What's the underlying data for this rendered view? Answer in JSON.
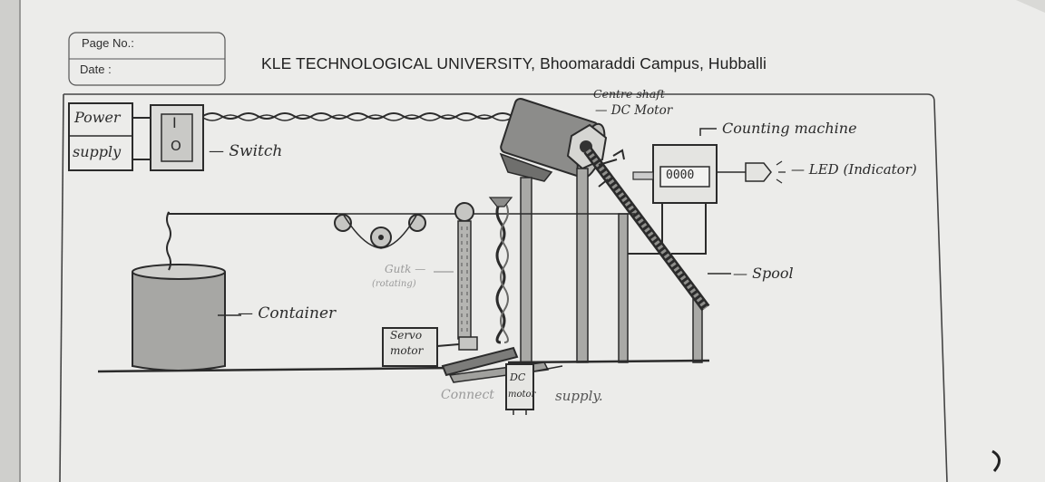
{
  "header": {
    "page_no": "Page No.:",
    "date": "Date :",
    "title": "KLE TECHNOLOGICAL UNIVERSITY, Bhoomaraddi Campus, Hubballi"
  },
  "labels": {
    "power_supply_line1": "Power",
    "power_supply_line2": "supply",
    "switch": "— Switch",
    "switch_on": "I",
    "switch_off": "O",
    "centre_shaft": "Centre shaft",
    "dc_motor_top": "— DC Motor",
    "counting_machine": "Counting machine",
    "counter_display": "0000",
    "led": "— LED (Indicator)",
    "spool": "— Spool",
    "container": "— Container",
    "servo_line1": "Servo",
    "servo_line2": "motor",
    "dc_motor_bottom_line1": "DC",
    "dc_motor_bottom_line2": "motor",
    "faint_left_line1": "Gutk —",
    "faint_left_line2": "(rotating)",
    "connected_supply_prefix": "Connect",
    "connected_supply_suffix": "supply."
  },
  "colors": {
    "paper": "#efefed",
    "ink": "#2b2b2b",
    "pencil": "#6b6b6b",
    "background": "#d9d9d6"
  }
}
